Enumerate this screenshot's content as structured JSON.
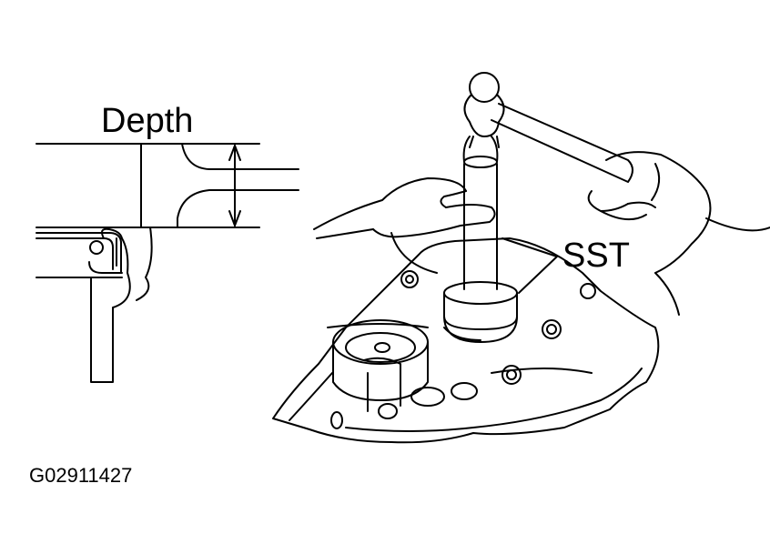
{
  "labels": {
    "depth": "Depth",
    "sst": "SST",
    "figure_id": "G02911427"
  },
  "colors": {
    "ink": "#000000",
    "paper": "#ffffff"
  }
}
